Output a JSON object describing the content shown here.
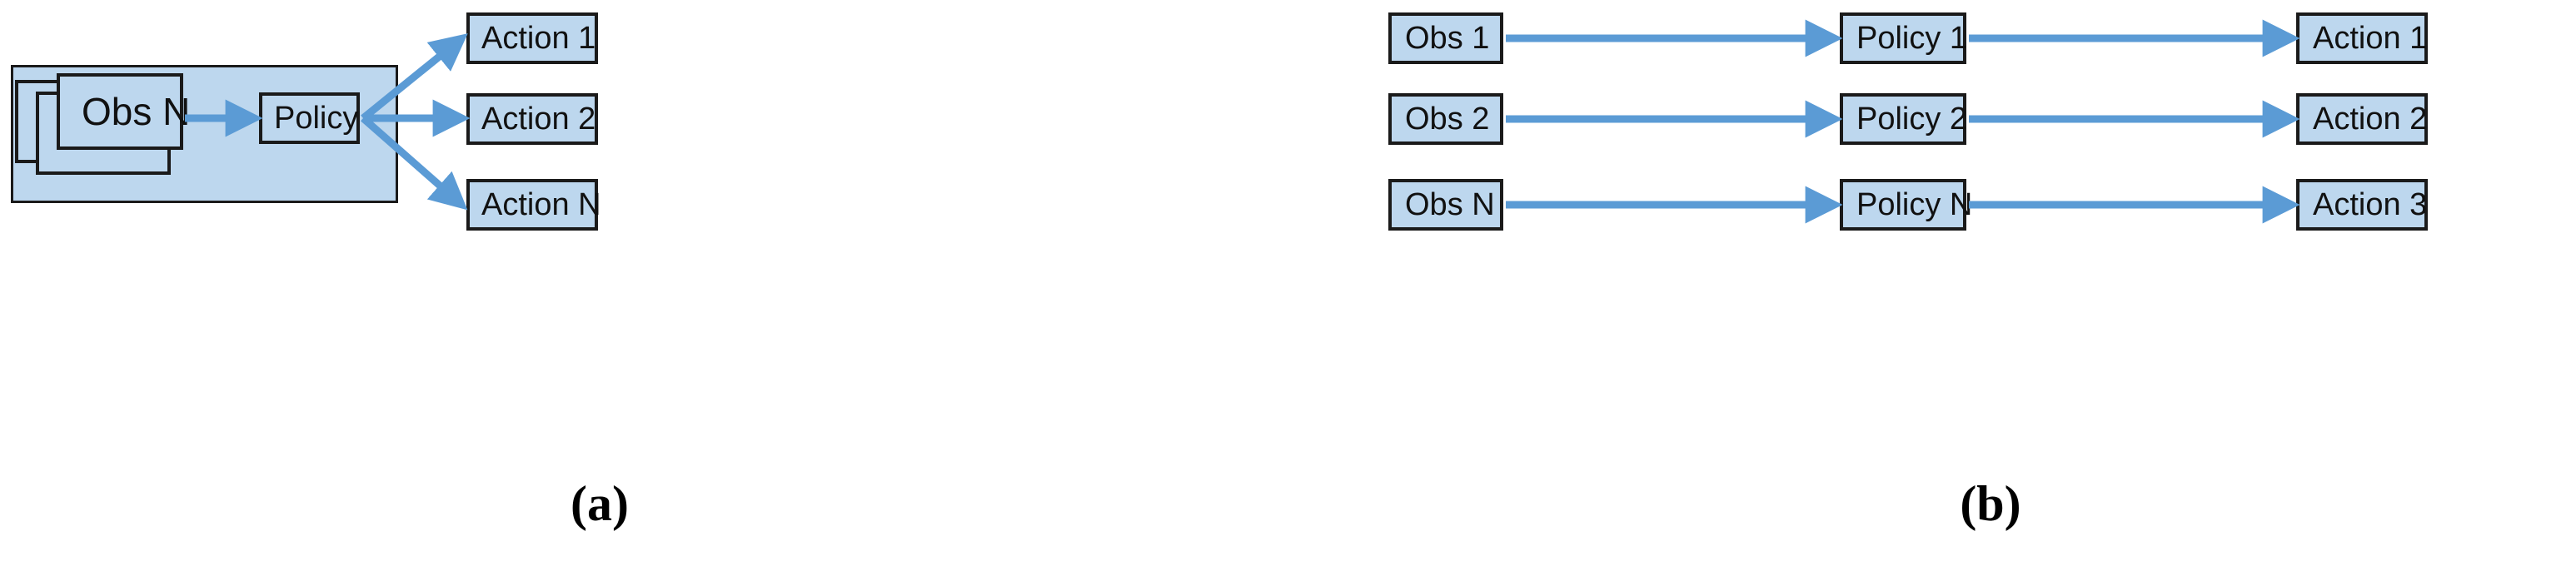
{
  "figure": {
    "background_color": "#ffffff",
    "box_fill_color": "#bdd7ee",
    "box_border_color": "#1a1a1a",
    "arrow_color": "#5b9bd5"
  },
  "panel_a": {
    "caption": "(a)",
    "group_label": "",
    "observation_stack": {
      "label": "Obs N",
      "layers": 3
    },
    "policy": {
      "label": "Policy"
    },
    "actions": [
      {
        "label": "Action 1"
      },
      {
        "label": "Action 2"
      },
      {
        "label": "Action N"
      }
    ],
    "arrow_names": [
      "obs-to-policy",
      "policy-to-action-1",
      "policy-to-action-2",
      "policy-to-action-n"
    ]
  },
  "panel_b": {
    "caption": "(b)",
    "rows": [
      {
        "obs": "Obs 1",
        "policy": "Policy 1",
        "action": "Action 1"
      },
      {
        "obs": "Obs 2",
        "policy": "Policy 2",
        "action": "Action 2"
      },
      {
        "obs": "Obs N",
        "policy": "Policy N",
        "action": "Action 3"
      }
    ]
  }
}
